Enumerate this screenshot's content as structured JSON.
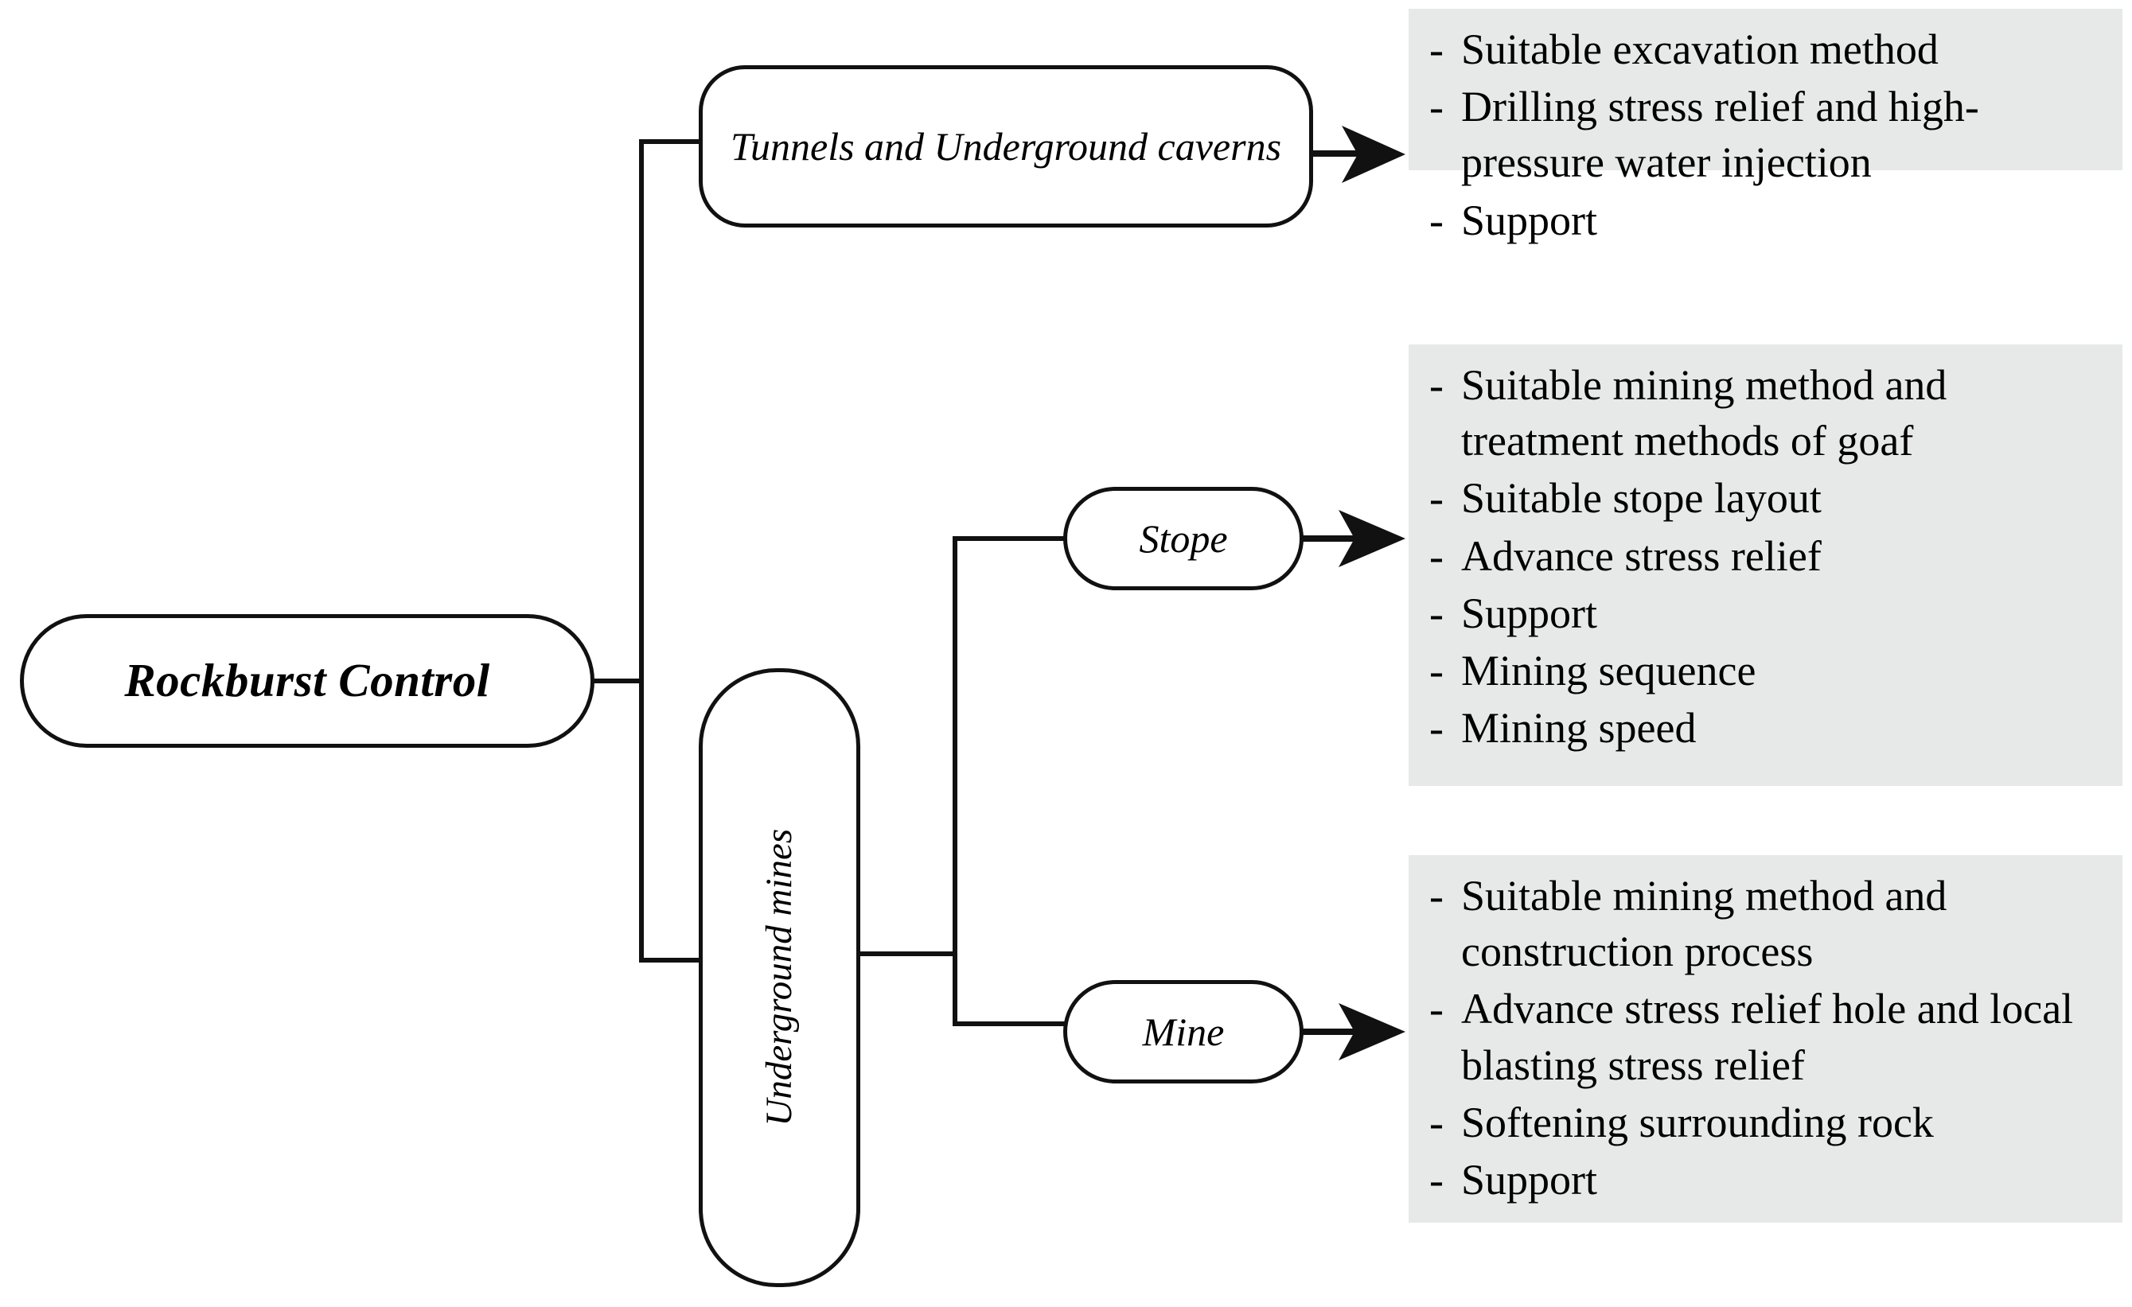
{
  "diagram": {
    "title": "Rockburst Control classification tree",
    "colors": {
      "stroke": "#111111",
      "block_background": "#e7e9e9",
      "page_background": "#ffffff",
      "text": "#000000"
    },
    "nodes": {
      "root": "Rockburst Control",
      "tunnels": "Tunnels and Underground caverns",
      "underground_mines": "Underground mines",
      "stope": "Stope",
      "mine": "Mine"
    },
    "blocks": {
      "tunnels": {
        "bullet": "-",
        "items": [
          "Suitable excavation method",
          "Drilling stress relief and high-pressure water injection",
          "Support"
        ]
      },
      "stope": {
        "bullet": "-",
        "items": [
          "Suitable mining method and treatment methods of goaf",
          "Suitable stope layout",
          "Advance stress relief",
          "Support",
          "Mining sequence",
          "Mining speed"
        ]
      },
      "mine": {
        "bullet": "-",
        "items": [
          "Suitable mining method and construction process",
          "Advance stress relief hole and local blasting stress relief",
          "Softening surrounding rock",
          "Support"
        ]
      }
    }
  }
}
